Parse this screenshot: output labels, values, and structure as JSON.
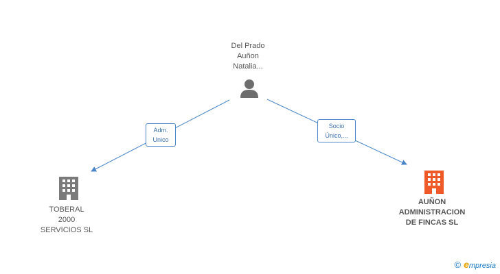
{
  "nodes": {
    "person": {
      "label": "Del Prado\nAuñon\nNatalia..."
    },
    "company_left": {
      "label": "TOBERAL\n2000\nSERVICIOS SL"
    },
    "company_right": {
      "label": "AUÑON\nADMINISTRACION\nDE FINCAS SL"
    }
  },
  "edges": {
    "left": {
      "label": "Adm.\nUnico"
    },
    "right": {
      "label": "Socio\nÚnico,..."
    }
  },
  "brand": {
    "copyright": "©",
    "initial": "e",
    "name": "mpresia"
  },
  "colors": {
    "person_icon": "#6d6d6d",
    "building_gray": "#7a7a7a",
    "building_orange": "#f05a28",
    "edge": "#4a86c8"
  }
}
